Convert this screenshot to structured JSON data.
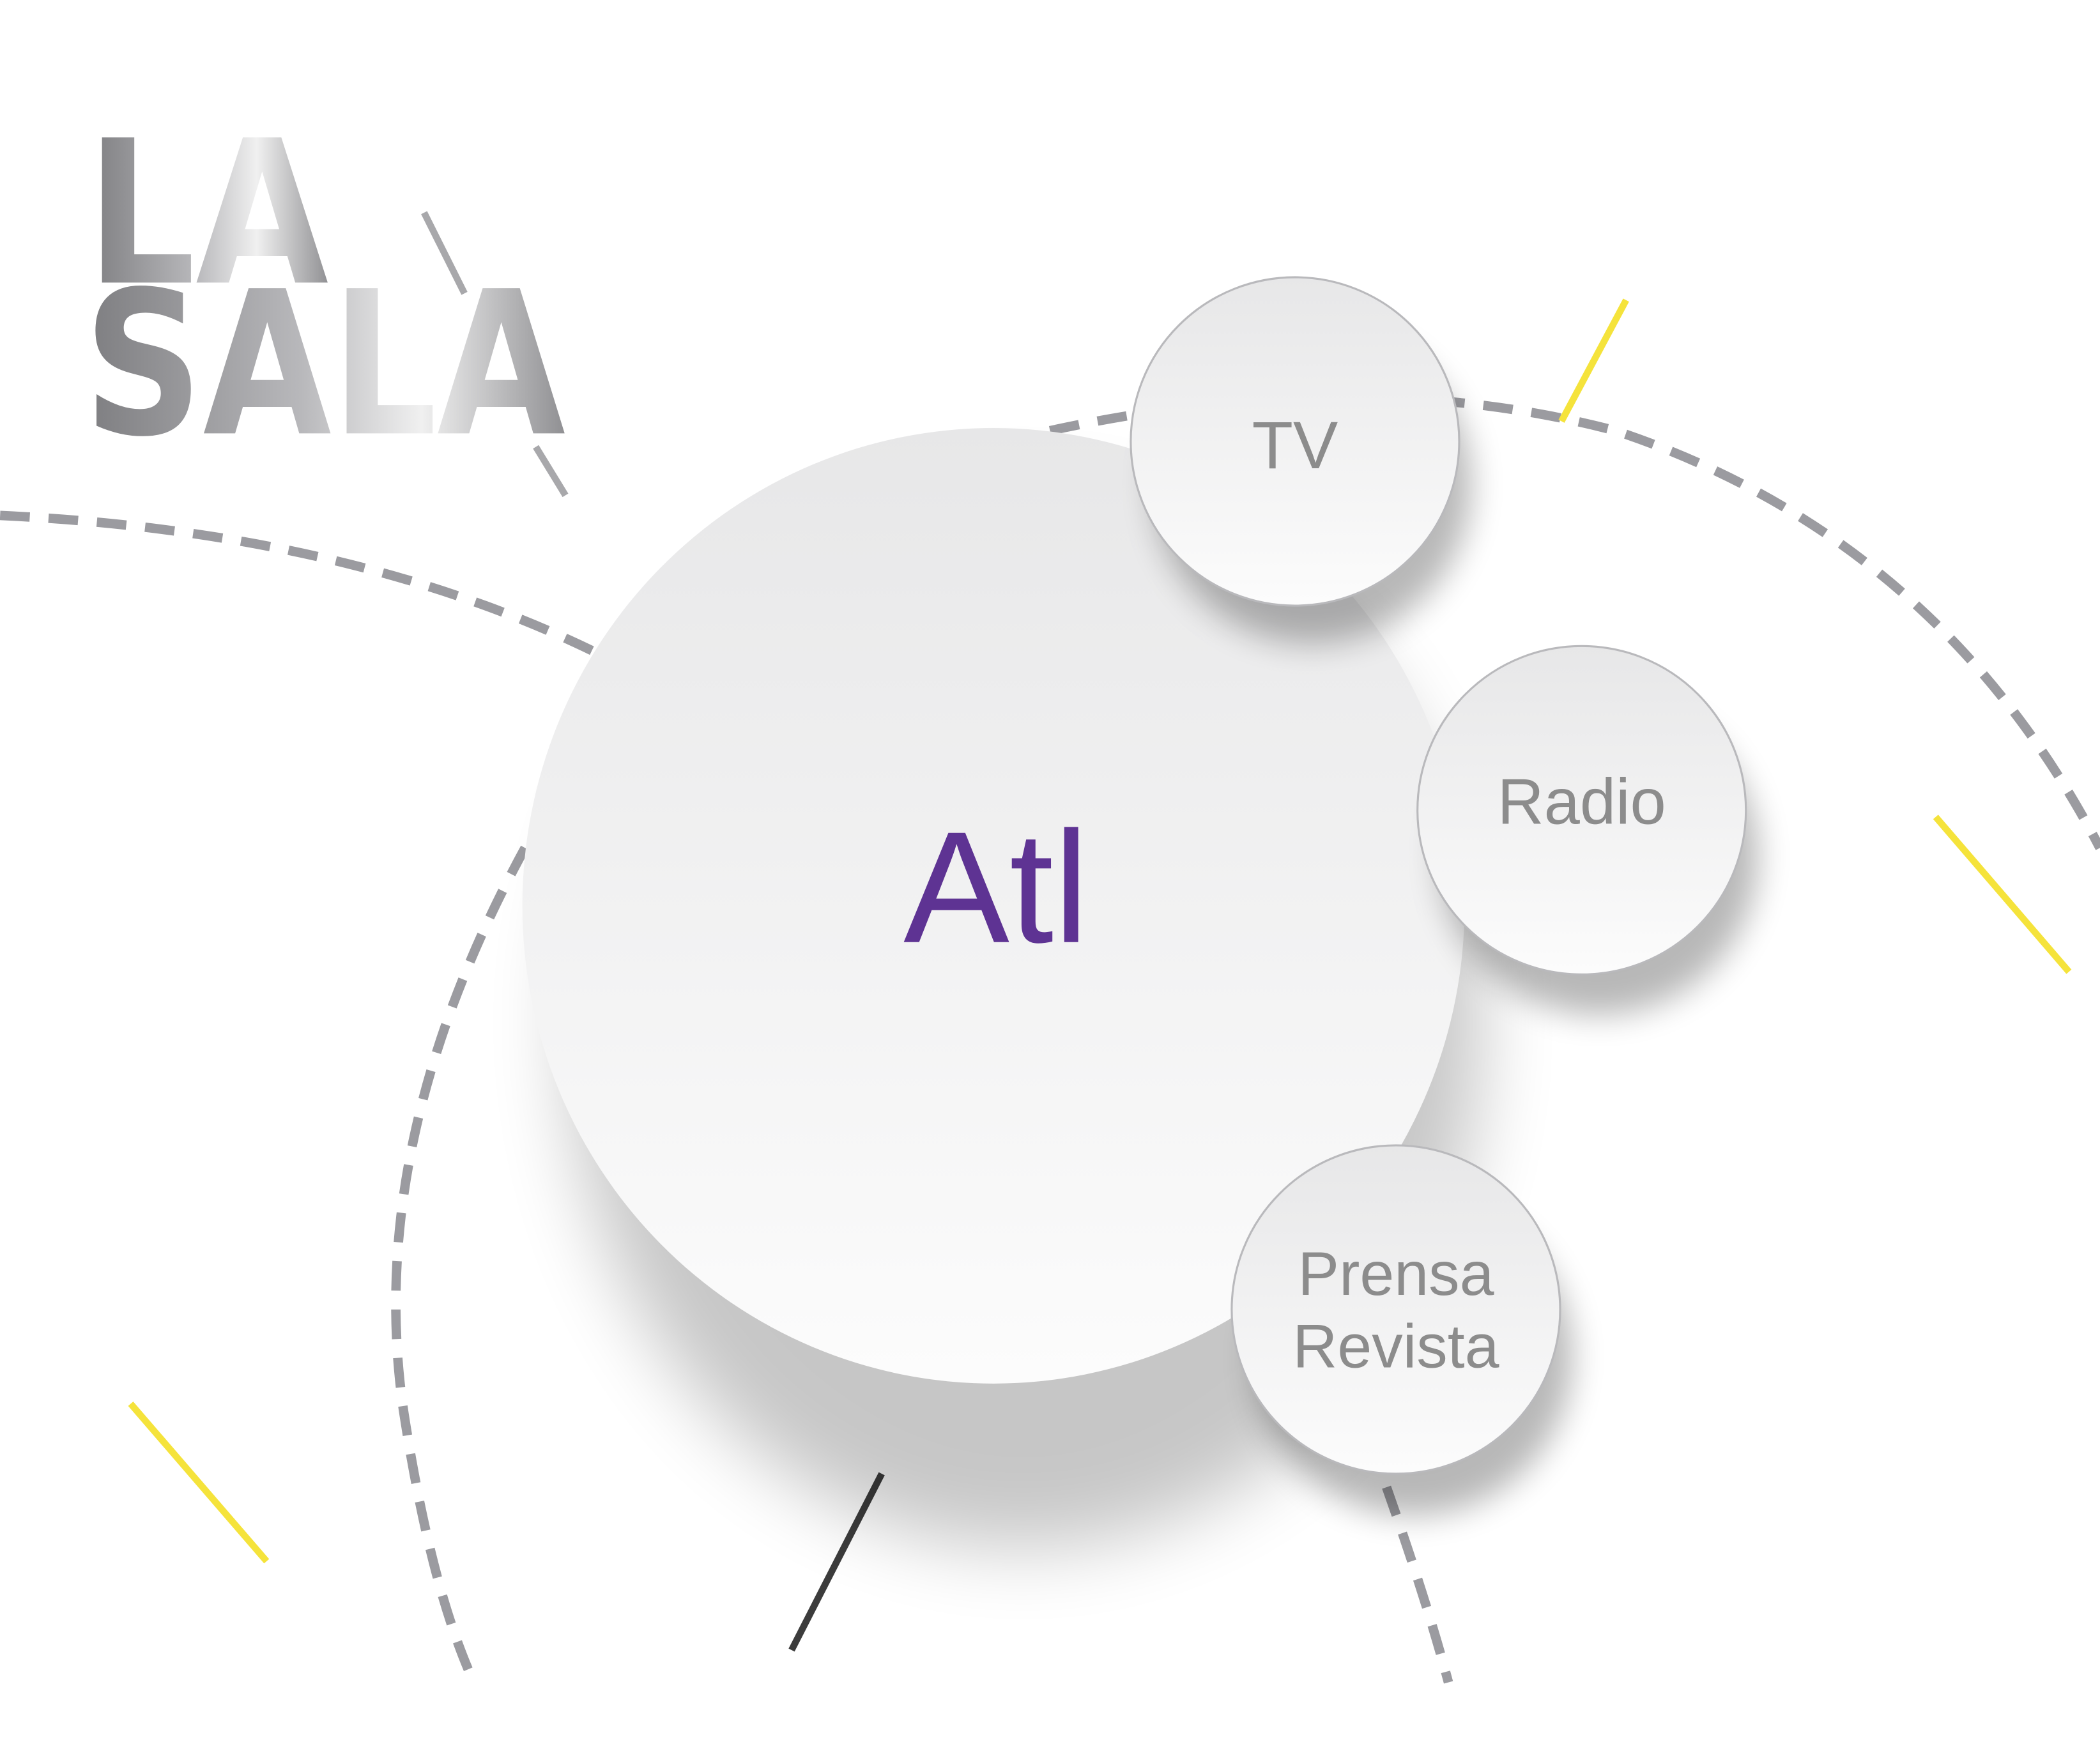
{
  "logo": {
    "line1": "LA",
    "line2": "SALA"
  },
  "center": {
    "label": "Atl",
    "color": "#5e3393"
  },
  "satellites": [
    {
      "id": "tv",
      "lines": [
        "TV"
      ]
    },
    {
      "id": "radio",
      "lines": [
        "Radio"
      ]
    },
    {
      "id": "prensa",
      "lines": [
        "Prensa",
        "Revista"
      ]
    }
  ],
  "colors": {
    "accent_yellow": "#f5e33b",
    "dash_gray": "#9b9ba0",
    "dark_stroke": "#3c3c3c",
    "satellite_text": "#8c8c8c"
  }
}
